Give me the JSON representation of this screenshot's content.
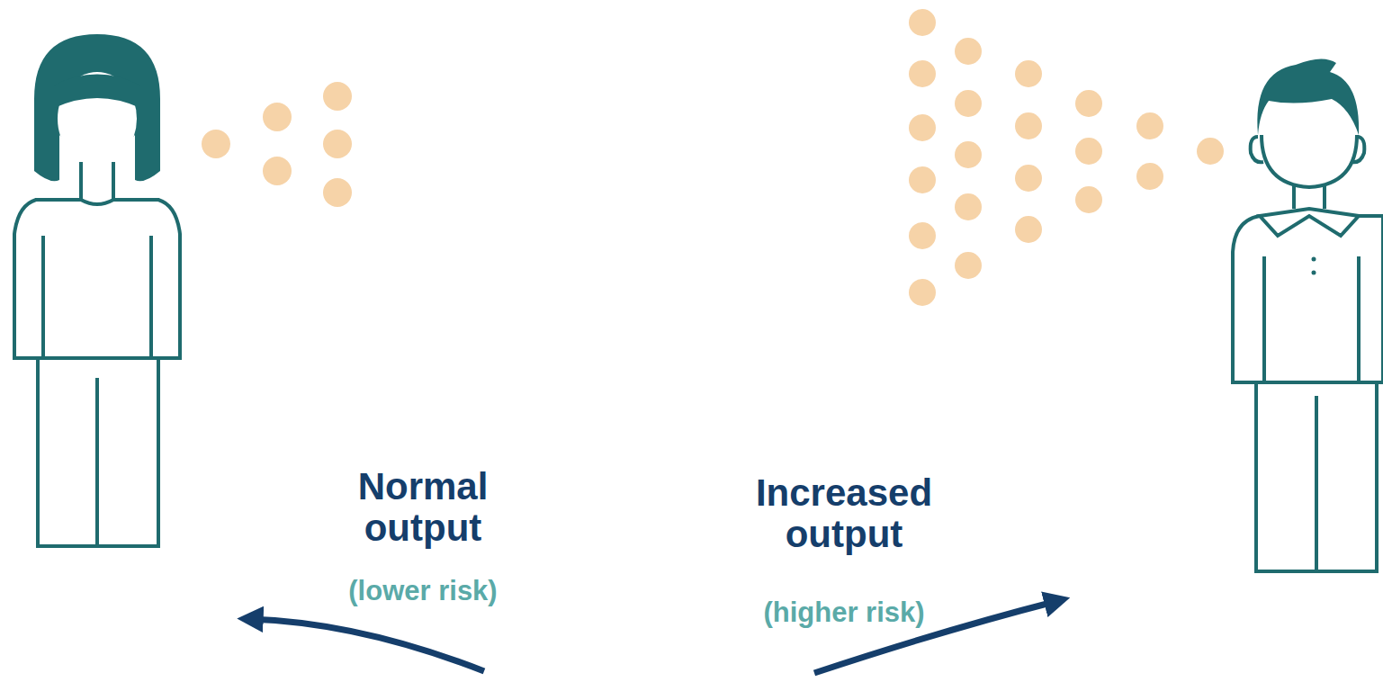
{
  "diagram": {
    "labels": [
      "Normal output",
      "(lower risk)",
      "Increased output",
      "(higher risk)"
    ]
  }
}
